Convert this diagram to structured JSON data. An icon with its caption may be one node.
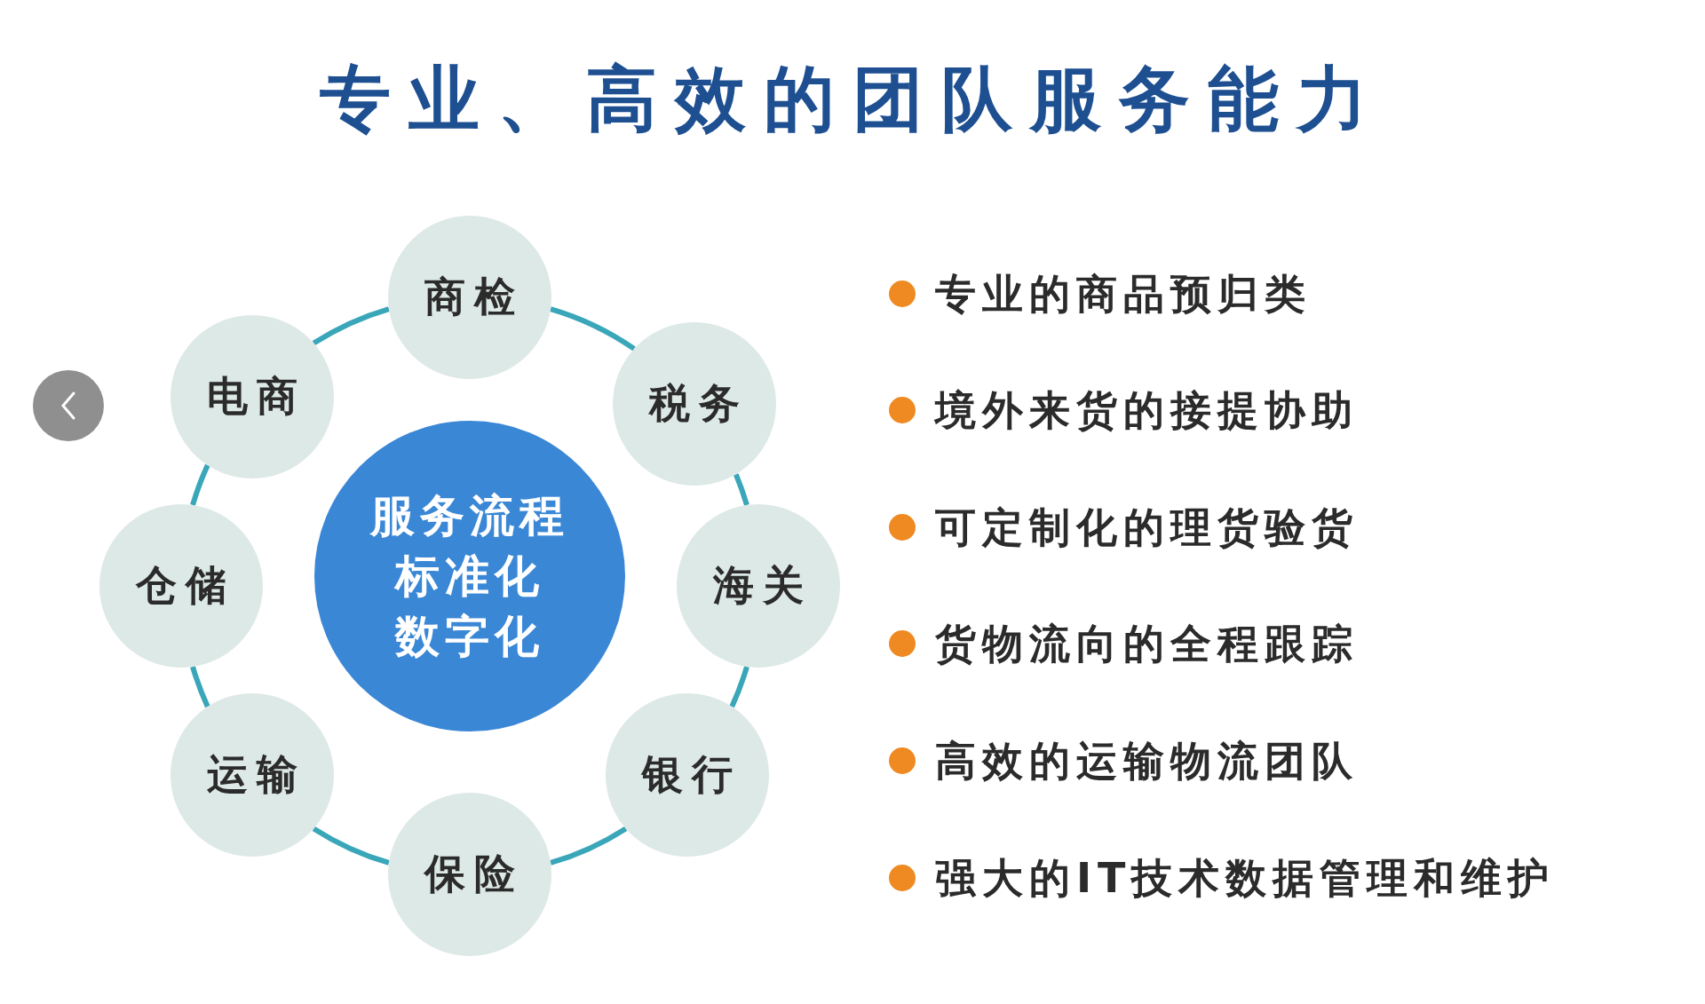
{
  "diagram": {
    "title": "专业、高效的团队服务能力",
    "nodes": [
      {
        "text": [
          "服务流程",
          "标准化",
          "数字化"
        ]
      },
      {
        "text": [
          "商检"
        ]
      },
      {
        "text": [
          "税务"
        ]
      },
      {
        "text": [
          "海关"
        ]
      },
      {
        "text": [
          "银行"
        ]
      },
      {
        "text": [
          "保险"
        ]
      },
      {
        "text": [
          "运输"
        ]
      },
      {
        "text": [
          "仓储"
        ]
      },
      {
        "text": [
          "电商"
        ]
      }
    ],
    "edges": [
      {
        "from": 1,
        "to": 2,
        "arrow": "none"
      },
      {
        "from": 2,
        "to": 3,
        "arrow": "none"
      },
      {
        "from": 3,
        "to": 4,
        "arrow": "none"
      },
      {
        "from": 4,
        "to": 5,
        "arrow": "none"
      },
      {
        "from": 5,
        "to": 6,
        "arrow": "none"
      },
      {
        "from": 6,
        "to": 7,
        "arrow": "none"
      },
      {
        "from": 7,
        "to": 8,
        "arrow": "none"
      },
      {
        "from": 8,
        "to": 1,
        "arrow": "none"
      }
    ],
    "labels": [
      "专业的商品预归类",
      "境外来货的接提协助",
      "可定制化的理货验货",
      "货物流向的全程跟踪",
      "高效的运输物流团队",
      "强大的IT技术数据管理和维护"
    ]
  }
}
